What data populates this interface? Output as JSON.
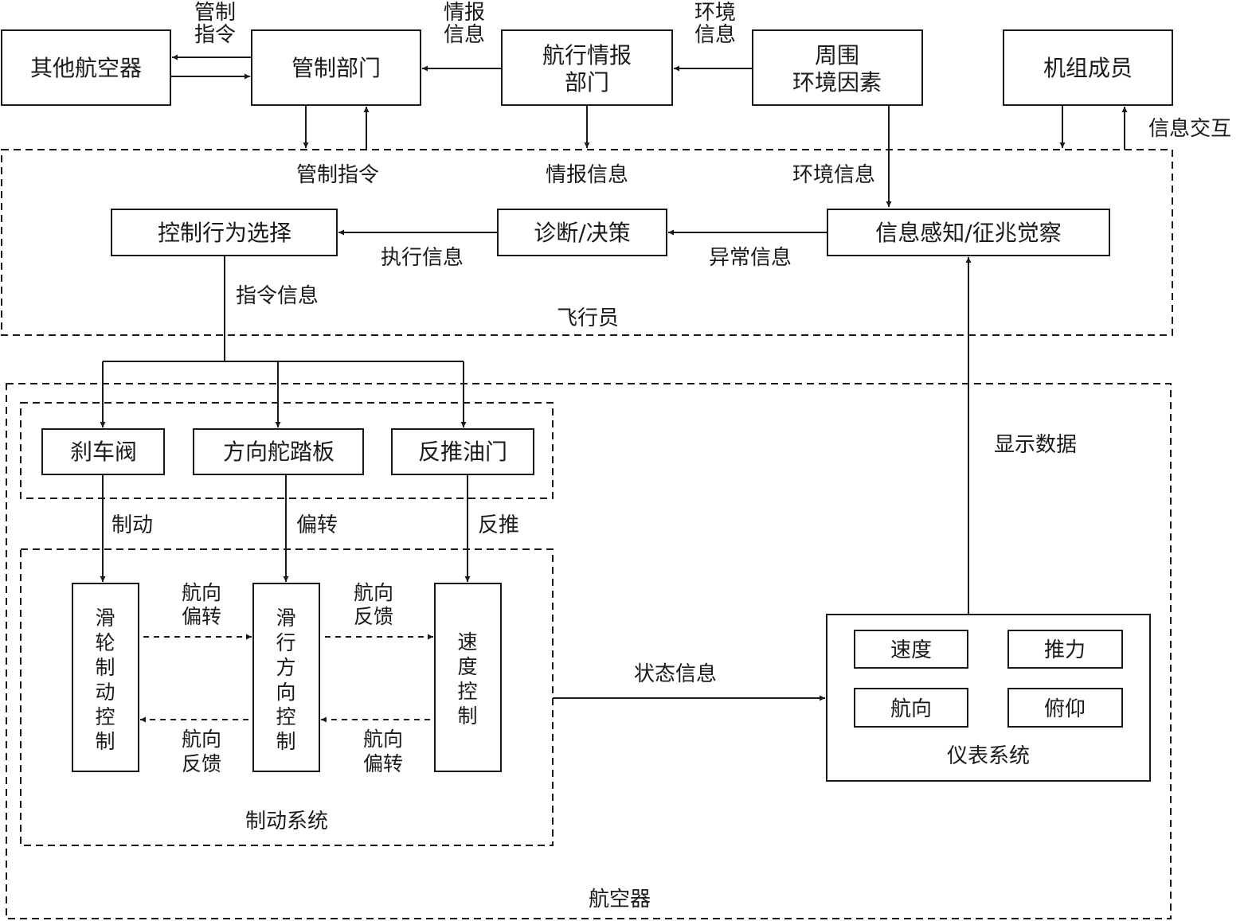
{
  "colors": {
    "line": "#1a1a1a",
    "background": "#ffffff"
  },
  "nodes": {
    "other_aircraft": "其他航空器",
    "control_dept": "管制部门",
    "nav_info_dept": [
      "航行情报",
      "部门"
    ],
    "env_factors": [
      "周围",
      "环境因素"
    ],
    "crew": "机组成员",
    "control_select": "控制行为选择",
    "diagnose": "诊断/决策",
    "info_perception": "信息感知/征兆觉察",
    "brake_valve": "刹车阀",
    "rudder_pedal": "方向舵踏板",
    "reverse_throttle": "反推油门",
    "wheel_brake_ctrl": [
      "滑",
      "轮",
      "制",
      "动",
      "控",
      "制"
    ],
    "taxi_dir_ctrl": [
      "滑",
      "行",
      "方",
      "向",
      "控",
      "制"
    ],
    "speed_ctrl": [
      "速",
      "度",
      "控",
      "制"
    ],
    "inst_speed": "速度",
    "inst_thrust": "推力",
    "inst_heading": "航向",
    "inst_pitch": "俯仰"
  },
  "regions": {
    "pilot": "飞行员",
    "aircraft": "航空器",
    "brake_system": "制动系统",
    "instrument_system": "仪表系统"
  },
  "edge_labels": {
    "control_cmd_top": [
      "管制",
      "指令"
    ],
    "intel_info_top": [
      "情报",
      "信息"
    ],
    "env_info_top": [
      "环境",
      "信息"
    ],
    "info_interaction": "信息交互",
    "control_cmd": "管制指令",
    "intel_info": "情报信息",
    "env_info": "环境信息",
    "exec_info": "执行信息",
    "abnormal_info": "异常信息",
    "cmd_info": "指令信息",
    "display_data": "显示数据",
    "braking": "制动",
    "deflection": "偏转",
    "reverse": "反推",
    "heading_deflection_1": [
      "航向",
      "偏转"
    ],
    "heading_feedback_1": [
      "航向",
      "反馈"
    ],
    "heading_feedback_2": [
      "航向",
      "反馈"
    ],
    "heading_deflection_2": [
      "航向",
      "偏转"
    ],
    "state_info": "状态信息"
  }
}
